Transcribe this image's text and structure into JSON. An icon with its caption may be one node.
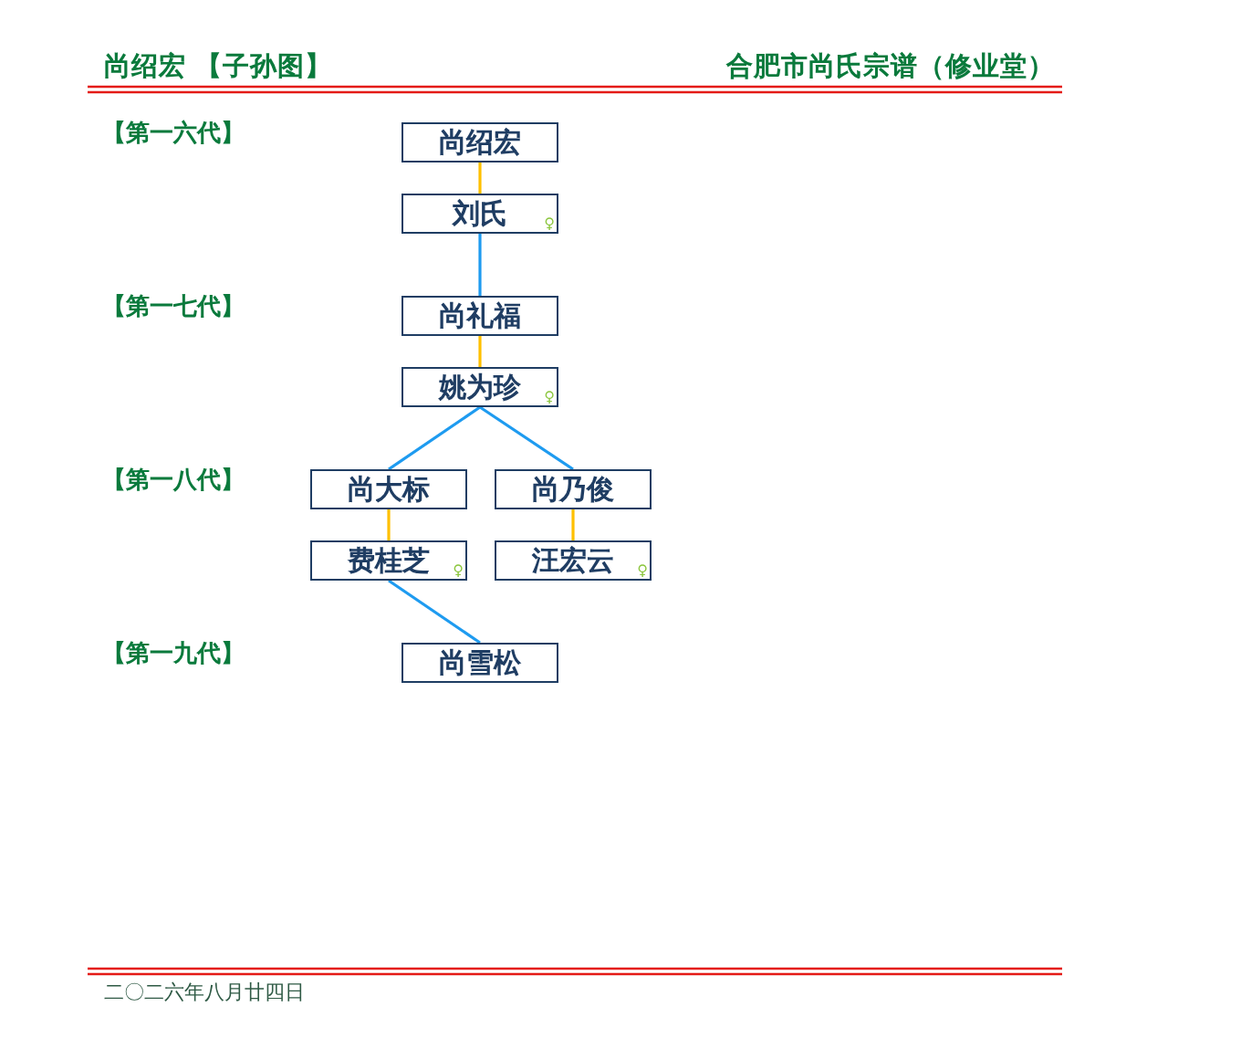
{
  "diagram": {
    "title": "尚绍宏 【子孙图】",
    "nodes": [
      {
        "text": [
          "尚绍宏"
        ]
      },
      {
        "text": [
          "刘氏",
          "♀"
        ]
      },
      {
        "text": [
          "尚礼福"
        ]
      },
      {
        "text": [
          "姚为珍",
          "♀"
        ]
      },
      {
        "text": [
          "尚大标"
        ]
      },
      {
        "text": [
          "尚乃俊"
        ]
      },
      {
        "text": [
          "费桂芝",
          "♀"
        ]
      },
      {
        "text": [
          "汪宏云",
          "♀"
        ]
      },
      {
        "text": [
          "尚雪松"
        ]
      }
    ],
    "edges": [
      {
        "from": 0,
        "to": 1,
        "arrow": "none",
        "color": "#ffc000"
      },
      {
        "from": 1,
        "to": 2,
        "arrow": "none",
        "color": "#1e9bf0"
      },
      {
        "from": 2,
        "to": 3,
        "arrow": "none",
        "color": "#ffc000"
      },
      {
        "from": 3,
        "to": 4,
        "arrow": "none",
        "color": "#1e9bf0"
      },
      {
        "from": 3,
        "to": 5,
        "arrow": "none",
        "color": "#1e9bf0"
      },
      {
        "from": 4,
        "to": 6,
        "arrow": "none",
        "color": "#ffc000"
      },
      {
        "from": 5,
        "to": 7,
        "arrow": "none",
        "color": "#ffc000"
      },
      {
        "from": 6,
        "to": 8,
        "arrow": "none",
        "color": "#1e9bf0"
      }
    ],
    "labels": [
      "合肥市尚氏宗谱（修业堂）",
      "【第一六代】",
      "【第一七代】",
      "【第一八代】",
      "【第一九代】",
      "二〇二六年八月廿四日"
    ]
  }
}
